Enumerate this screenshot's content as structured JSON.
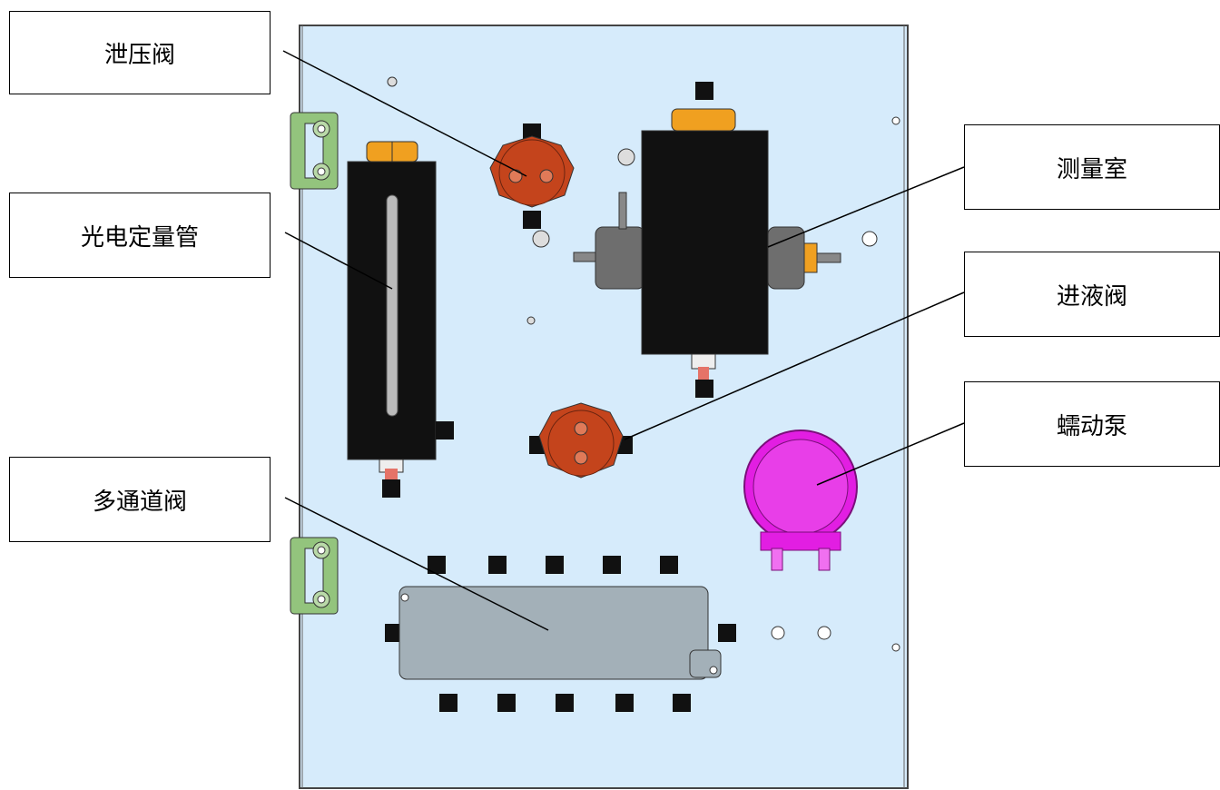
{
  "labels": {
    "relief_valve": "泄压阀",
    "photo_metering_tube": "光电定量管",
    "multi_channel_valve": "多通道阀",
    "measuring_chamber": "测量室",
    "inlet_valve": "进液阀",
    "peristaltic_pump": "蠕动泵"
  },
  "colors": {
    "panel": "#d6ebfb",
    "valve": "#c4441c",
    "block": "#111111",
    "manifold": "#a3b0b8",
    "pump": "#e21ee2",
    "bracket": "#93c47d",
    "nut": "#f0a020"
  }
}
